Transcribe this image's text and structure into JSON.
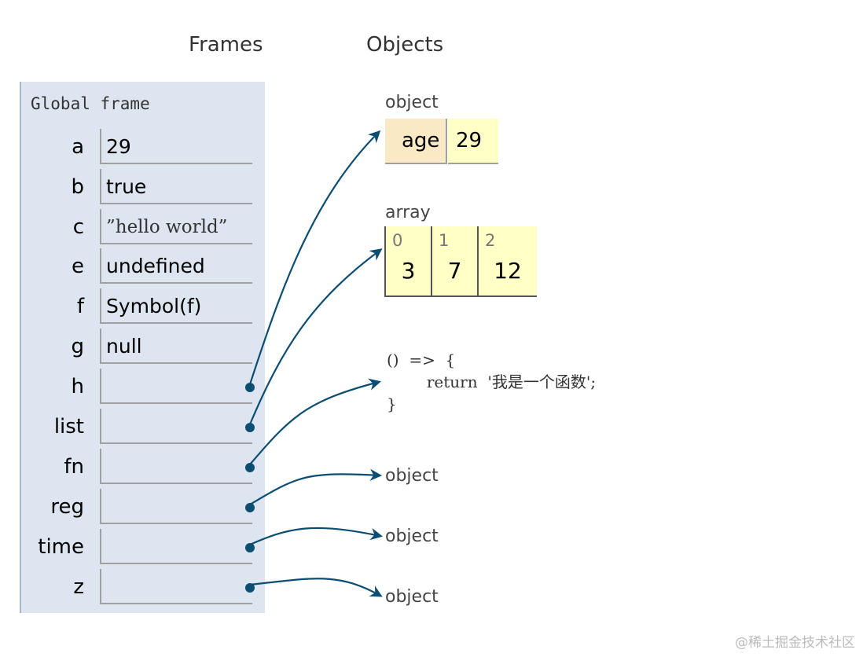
{
  "headings": {
    "frames": "Frames",
    "objects": "Objects"
  },
  "global_frame": {
    "title": "Global frame",
    "variables": [
      {
        "name": "a",
        "value": "29"
      },
      {
        "name": "b",
        "value": "true"
      },
      {
        "name": "c",
        "value": "”hello  world”"
      },
      {
        "name": "e",
        "value": "undefined"
      },
      {
        "name": "f",
        "value": "Symbol(f)"
      },
      {
        "name": "g",
        "value": "null"
      },
      {
        "name": "h",
        "value": ""
      },
      {
        "name": "list",
        "value": ""
      },
      {
        "name": "fn",
        "value": ""
      },
      {
        "name": "reg",
        "value": ""
      },
      {
        "name": "time",
        "value": ""
      },
      {
        "name": "z",
        "value": ""
      }
    ]
  },
  "objects": {
    "age_object": {
      "type_label": "object",
      "key": "age",
      "value": "29"
    },
    "array_object": {
      "type_label": "array",
      "cells": [
        {
          "index": "0",
          "value": "3"
        },
        {
          "index": "1",
          "value": "7"
        },
        {
          "index": "2",
          "value": "12"
        }
      ]
    },
    "function_object": {
      "line1": "()  =>  {",
      "line2": "        return  '我是一个函数';",
      "line3": "}"
    },
    "reg_object": {
      "type_label": "object"
    },
    "time_object": {
      "type_label": "object"
    },
    "z_object": {
      "type_label": "object"
    }
  },
  "colors": {
    "frame_bg": "#dde5f0",
    "pointer": "#0c4d72",
    "object_key_bg": "#f9e9c5",
    "object_value_bg": "#ffffc6"
  },
  "watermark": "@稀土掘金技术社区"
}
